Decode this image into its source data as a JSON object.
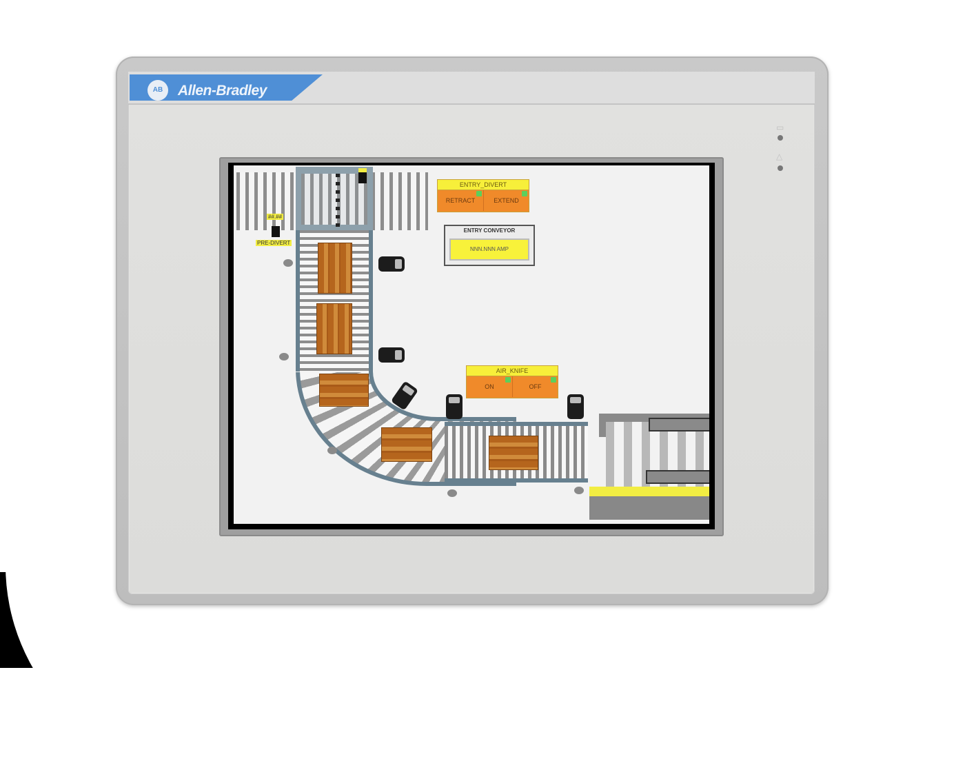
{
  "device": {
    "brand": "Allen-Bradley",
    "logo_text": "AB",
    "brand_color": "#4f8fd6",
    "indicators": [
      {
        "name": "comm-led",
        "icon": "comm-icon"
      },
      {
        "name": "fault-led",
        "icon": "warning-triangle-icon"
      }
    ]
  },
  "hmi": {
    "entry_divert": {
      "title": "ENTRY_DIVERT",
      "buttons": [
        {
          "label": "RETRACT"
        },
        {
          "label": "EXTEND"
        }
      ]
    },
    "entry_conveyor": {
      "title": "ENTRY CONVEYOR",
      "value": "NNN.NNN AMP"
    },
    "air_knife": {
      "title": "AIR_KNIFE",
      "buttons": [
        {
          "label": "ON"
        },
        {
          "label": "OFF"
        }
      ]
    },
    "pre_divert": {
      "label": "PRE-DIVERT",
      "tag": "##.##"
    },
    "colors": {
      "control_orange": "#f08a2a",
      "title_yellow": "#f7ef3a",
      "status_green": "#5ccf5c",
      "rail_blue": "#67808f",
      "box_brown": "#b5651d"
    }
  }
}
